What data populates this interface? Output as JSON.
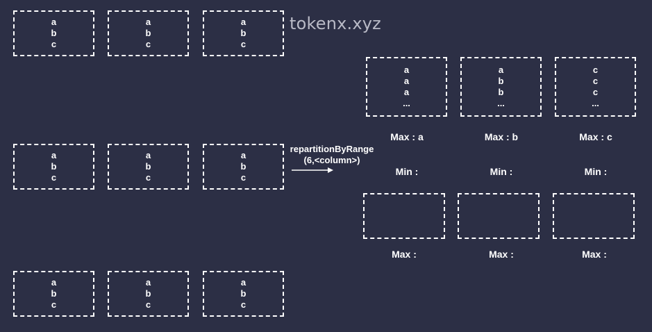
{
  "watermark": "tokenx.xyz",
  "arrow": {
    "line1": "repartitionByRange",
    "line2": "(6,<column>)"
  },
  "input_partitions": [
    [
      "a",
      "b",
      "c"
    ],
    [
      "a",
      "b",
      "c"
    ],
    [
      "a",
      "b",
      "c"
    ],
    [
      "a",
      "b",
      "c"
    ],
    [
      "a",
      "b",
      "c"
    ],
    [
      "a",
      "b",
      "c"
    ],
    [
      "a",
      "b",
      "c"
    ],
    [
      "a",
      "b",
      "c"
    ],
    [
      "a",
      "b",
      "c"
    ]
  ],
  "output_partitions": [
    [
      "a",
      "a",
      "a",
      "..."
    ],
    [
      "a",
      "b",
      "b",
      "..."
    ],
    [
      "c",
      "c",
      "c",
      "..."
    ],
    [],
    [],
    []
  ],
  "stats_top": [
    {
      "max": "Max : a",
      "min": "Min :"
    },
    {
      "max": "Max : b",
      "min": "Min :"
    },
    {
      "max": "Max : c",
      "min": "Min :"
    }
  ],
  "stats_bottom": [
    {
      "max": "Max :"
    },
    {
      "max": "Max :"
    },
    {
      "max": "Max :"
    }
  ]
}
